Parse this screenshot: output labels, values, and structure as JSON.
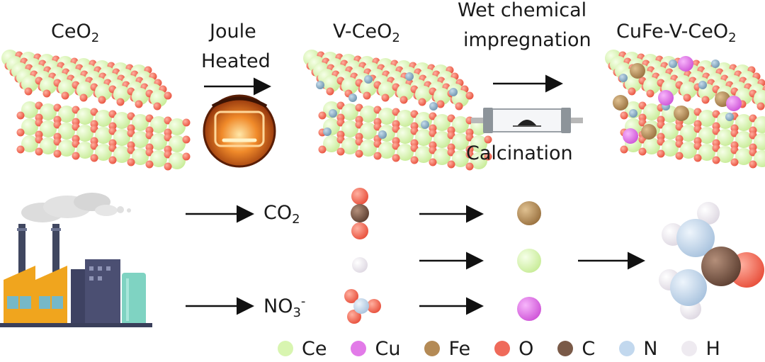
{
  "labels": {
    "ceo2_base": "CeO",
    "ceo2_sub": "2",
    "joule": "Joule",
    "heated": "Heated",
    "v_ceo2_base": "V-CeO",
    "v_ceo2_sub": "2",
    "wet_chemical": "Wet chemical",
    "impregnation": "impregnation",
    "cufe_base": "CuFe-V-CeO",
    "cufe_sub": "2",
    "calcination": "Calcination",
    "co2_base": "CO",
    "co2_sub": "2",
    "no3_base": "NO",
    "no3_sub": "3",
    "no3_sup": "-"
  },
  "legend": [
    {
      "symbol": "Ce",
      "color": "#d8f5b0"
    },
    {
      "symbol": "Cu",
      "color": "#e27ae8"
    },
    {
      "symbol": "Fe",
      "color": "#b48a55"
    },
    {
      "symbol": "O",
      "color": "#ef6a5a"
    },
    {
      "symbol": "C",
      "color": "#7a5a48"
    },
    {
      "symbol": "N",
      "color": "#c2d8ee"
    },
    {
      "symbol": "H",
      "color": "#eeeaf0"
    }
  ]
}
